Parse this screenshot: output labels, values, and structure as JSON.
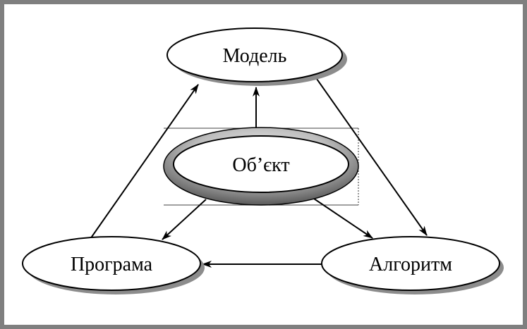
{
  "diagram": {
    "nodes": {
      "model": "Модель",
      "object": "Об’єкт",
      "program": "Програма",
      "algorithm": "Алгоритм"
    },
    "edges": [
      {
        "from": "object",
        "to": "model"
      },
      {
        "from": "model",
        "to": "algorithm"
      },
      {
        "from": "object",
        "to": "algorithm"
      },
      {
        "from": "object",
        "to": "program"
      },
      {
        "from": "algorithm",
        "to": "program"
      },
      {
        "from": "program",
        "to": "model"
      }
    ]
  },
  "colors": {
    "frame": "#7f7f7f",
    "shadow": "#8c8c8c",
    "ring_light": "#e6e6e6",
    "ring_dark": "#5a5a5a",
    "stroke": "#000000",
    "fill": "#ffffff"
  }
}
